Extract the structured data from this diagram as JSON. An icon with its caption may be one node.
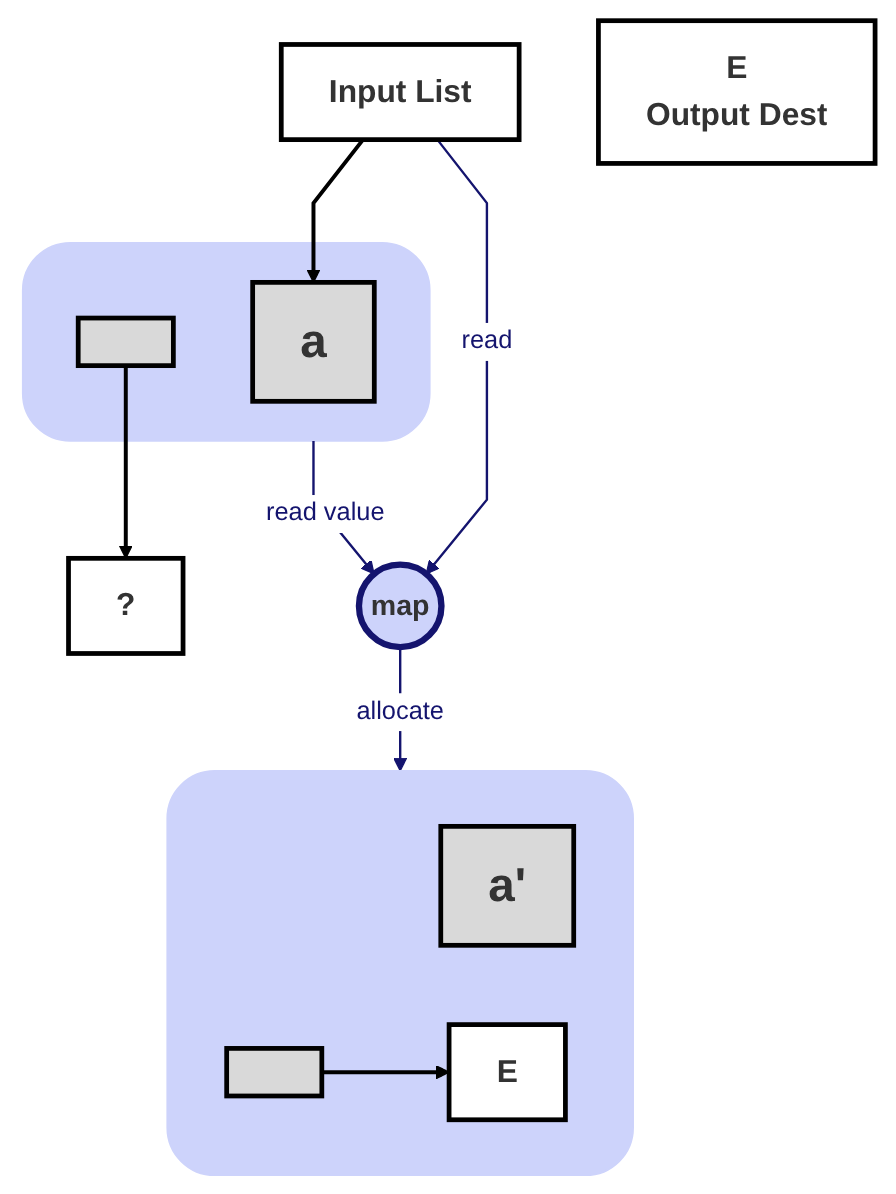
{
  "diagram": {
    "nodes": [
      {
        "text": [
          "Input List"
        ]
      },
      {
        "text": [],
        "shape": "box"
      },
      {
        "text": [
          "a"
        ],
        "in": 1
      },
      {
        "text": [],
        "shape": "box",
        "in": 1
      },
      {
        "text": [
          "?"
        ]
      },
      {
        "text": [
          "map"
        ]
      },
      {
        "text": [
          "E",
          "Output Dest"
        ]
      },
      {
        "text": [],
        "shape": "box"
      },
      {
        "text": [
          "a'"
        ],
        "in": 7
      },
      {
        "text": [],
        "shape": "box",
        "in": 7
      },
      {
        "text": [
          "E"
        ],
        "in": 7
      }
    ],
    "edges": [
      {
        "from": 0,
        "to": 2,
        "arrow": "to"
      },
      {
        "from": 3,
        "to": 4,
        "arrow": "to"
      },
      {
        "from": 0,
        "to": 5,
        "arrow": "to",
        "label": "read",
        "color": "#14146e"
      },
      {
        "from": 1,
        "to": 5,
        "arrow": "to",
        "label": "read value",
        "color": "#14146e"
      },
      {
        "from": 5,
        "to": 7,
        "arrow": "to",
        "label": "allocate",
        "color": "#14146e"
      },
      {
        "from": 9,
        "to": 10,
        "arrow": "to"
      }
    ]
  }
}
